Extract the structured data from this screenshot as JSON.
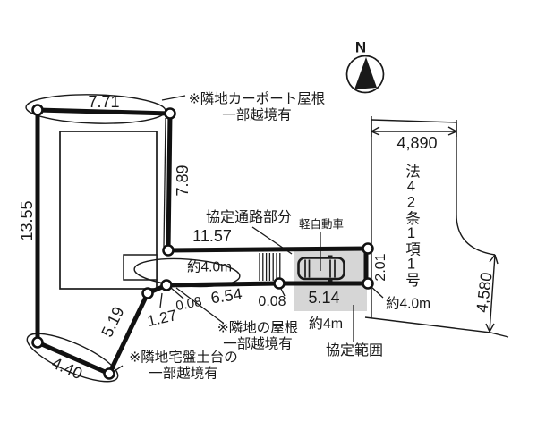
{
  "colors": {
    "ink": "#1a1a1a",
    "shade": "#d6d6d6",
    "background": "#ffffff"
  },
  "compass": {
    "north_label": "N"
  },
  "plot": {
    "dimensions": {
      "top_edge": "7.71",
      "left_edge": "13.55",
      "upper_right_edge": "7.89",
      "passage_top": "11.57",
      "passage_bottom": "6.54",
      "agreement_bottom": "5.14",
      "frontage": "2.01",
      "slope_edge": "5.19",
      "bottom_edge": "4.40",
      "step_edge": "1.27",
      "offset_west": "0.08",
      "offset_east": "0.08"
    },
    "approx_widths": {
      "passage_west": "約4.0m",
      "agreement": "約4m",
      "road": "約4.0m"
    },
    "labels": {
      "passage": "協定通路部分",
      "light_car": "軽自動車",
      "agreement_area": "協定範囲"
    }
  },
  "road": {
    "law_label": "法42条1項1号",
    "top_width": "4,890",
    "side_length": "4,580"
  },
  "notes": {
    "carport": {
      "line1": "※隣地カーポート屋根",
      "line2": "一部越境有"
    },
    "roof": {
      "line1": "※隣地の屋根",
      "line2": "一部越境有"
    },
    "foundation": {
      "line1": "※隣地宅盤土台の",
      "line2": "一部越境有"
    }
  }
}
